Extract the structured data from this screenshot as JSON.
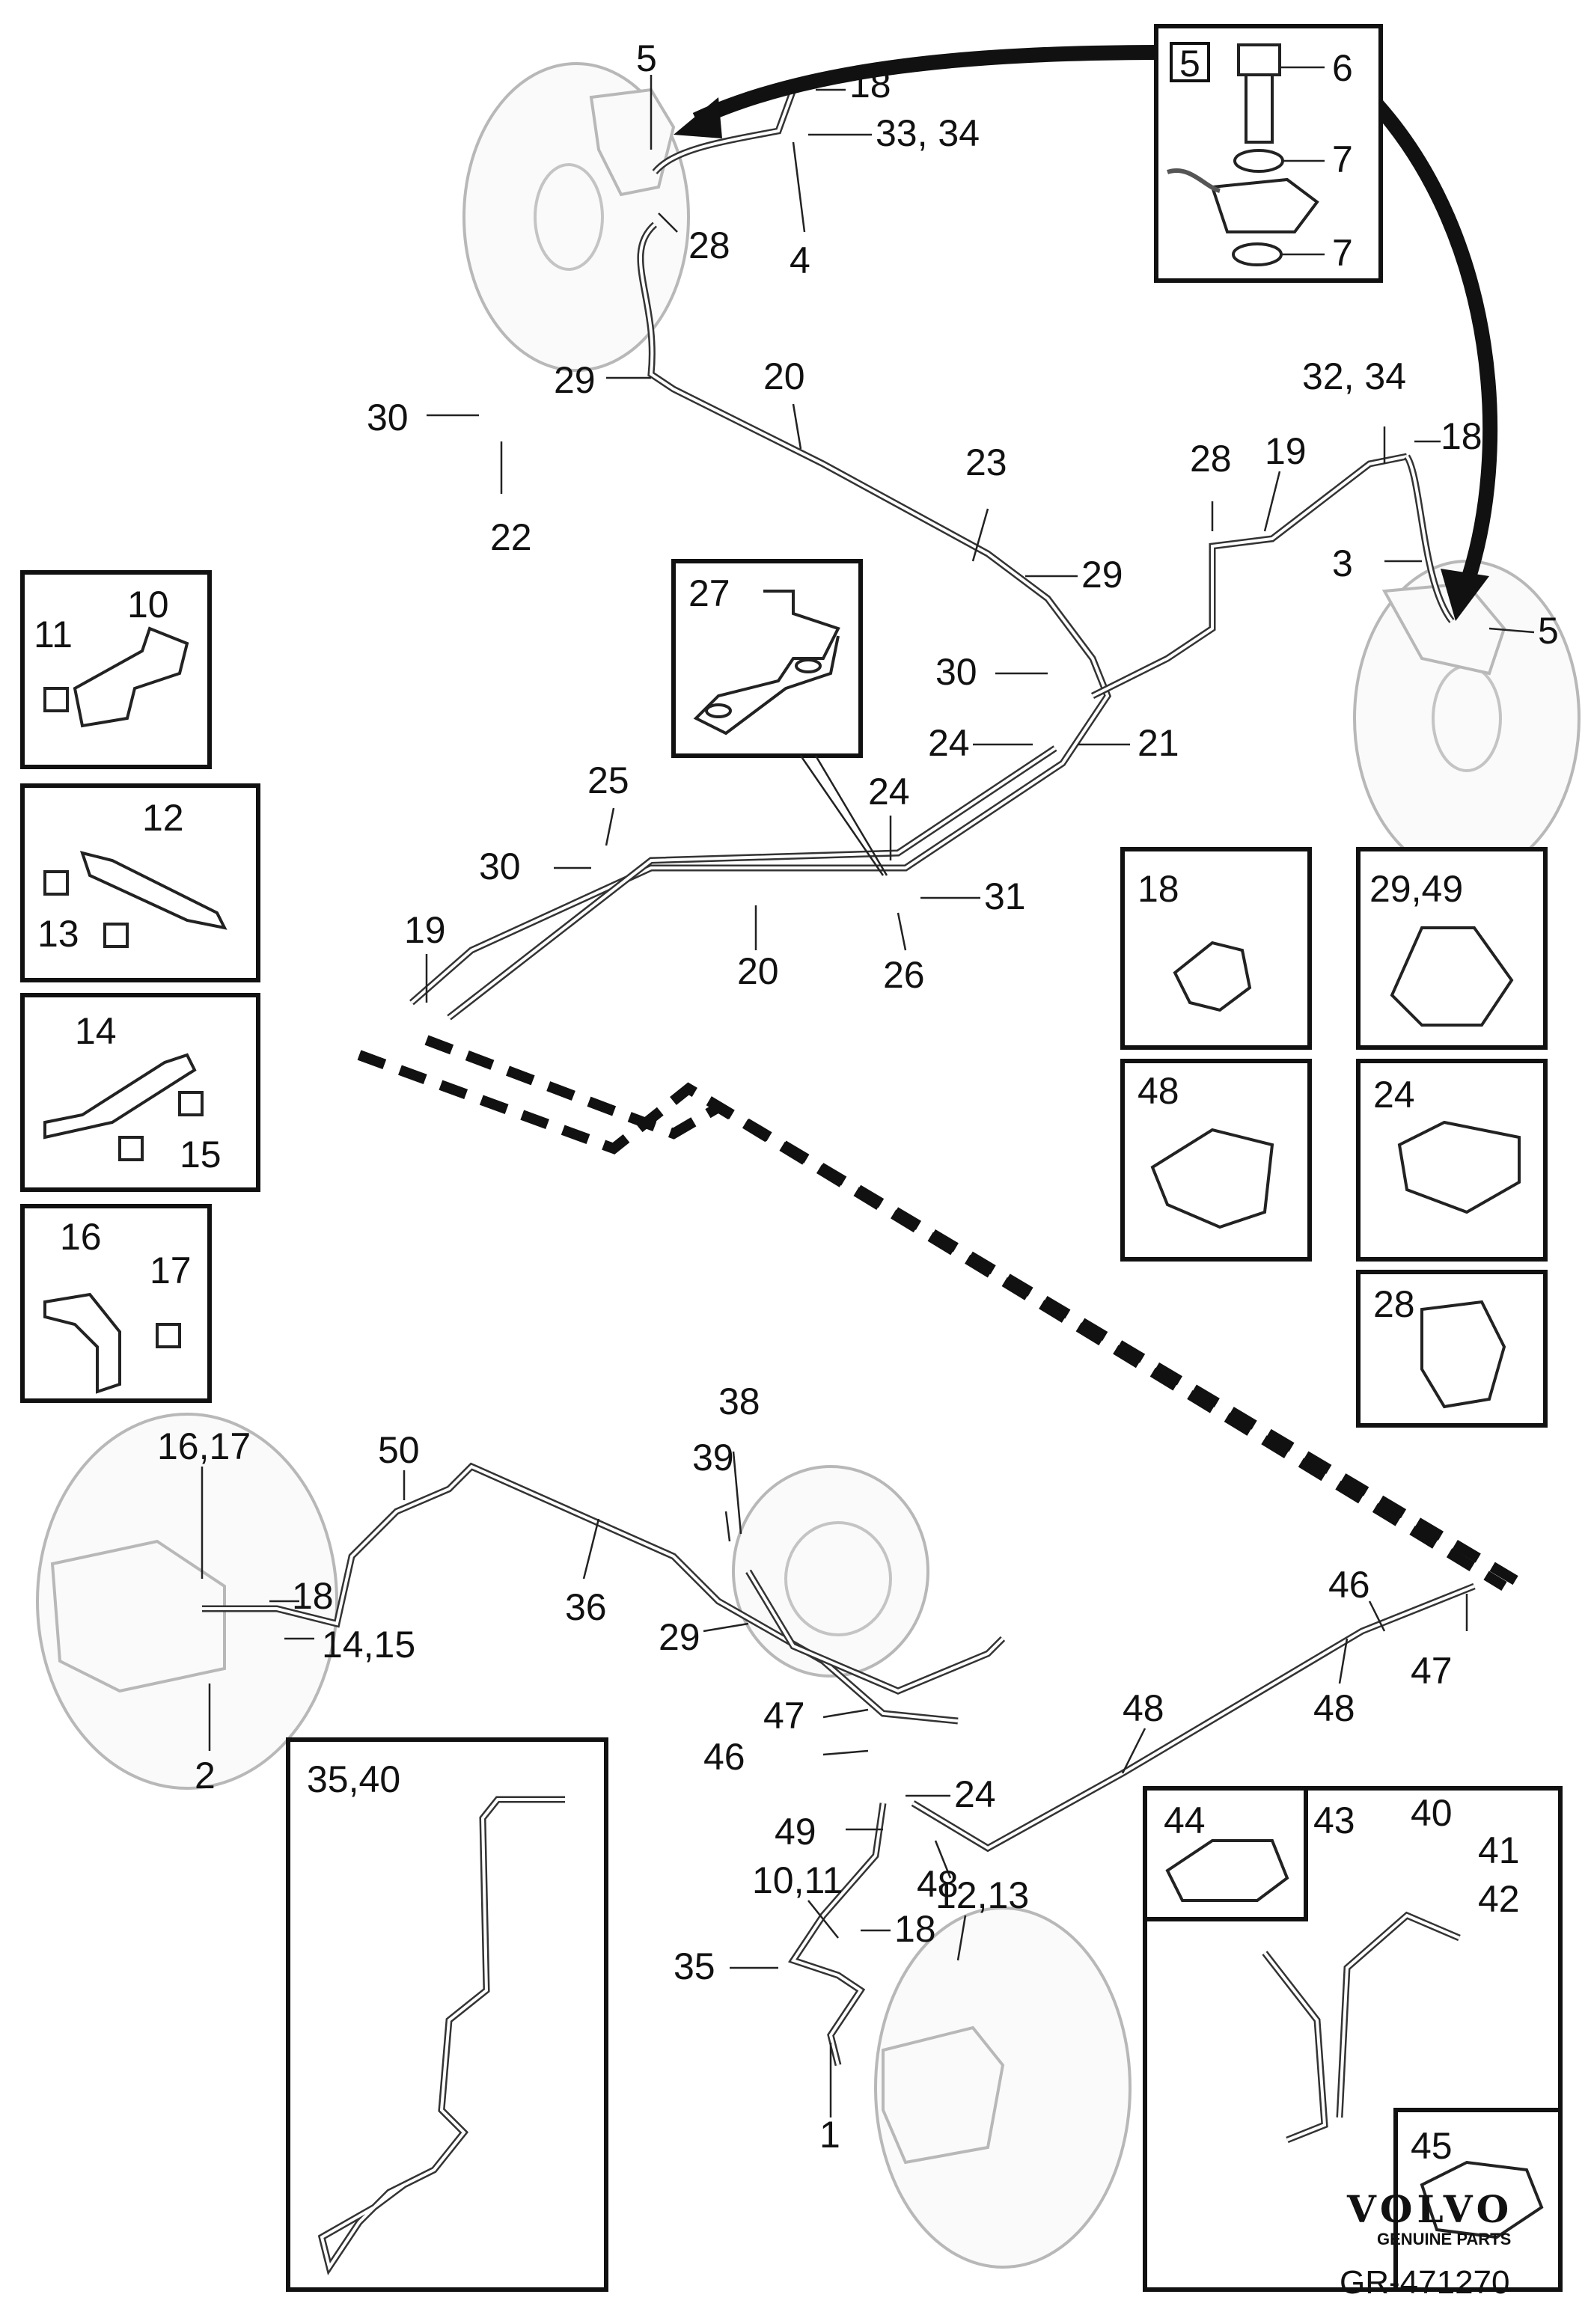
{
  "callouts": {
    "c5_top": "5",
    "c18_top": "18",
    "c33_34": "33, 34",
    "c4": "4",
    "c28_top": "28",
    "c6": "6",
    "c7_a": "7",
    "c7_b": "7",
    "c5_inset": "5",
    "c29_top": "29",
    "c20_top": "20",
    "c30_top": "30",
    "c22": "22",
    "c32_34": "32, 34",
    "c18_right": "18",
    "c28_right": "28",
    "c19_right": "19",
    "c3": "3",
    "c5_right": "5",
    "c23": "23",
    "c29_mid": "29",
    "c27": "27",
    "c30_mid": "30",
    "c24_mid": "24",
    "c21": "21",
    "c25": "25",
    "c30_left": "30",
    "c24_low": "24",
    "c31": "31",
    "c19_left": "19",
    "c20_low": "20",
    "c26": "26",
    "c10": "10",
    "c11": "11",
    "c12": "12",
    "c13": "13",
    "c14": "14",
    "c15": "15",
    "c16": "16",
    "c17": "17",
    "k18": "18",
    "k29_49": "29,49",
    "k48": "48",
    "k24": "24",
    "k28": "28",
    "c16_17": "16,17",
    "c50": "50",
    "c38": "38",
    "c39": "39",
    "c18_rearleft": "18",
    "c14_15": "14,15",
    "c36": "36",
    "c2": "2",
    "c29_rear": "29",
    "c46_right": "46",
    "c47_right": "47",
    "c48_right": "48",
    "c48_mid": "48",
    "c47_mid": "47",
    "c46_mid": "46",
    "c24_rear": "24",
    "c49": "49",
    "c48_low": "48",
    "c10_11": "10,11",
    "c18_low": "18",
    "c12_13": "12,13",
    "c35": "35",
    "c1": "1",
    "c35_40": "35,40",
    "c44": "44",
    "c43": "43",
    "c40": "40",
    "c41": "41",
    "c42": "42",
    "c45": "45"
  },
  "brand": {
    "name": "VOLVO",
    "tagline": "GENUINE PARTS"
  },
  "doc_id": "GR-471270"
}
